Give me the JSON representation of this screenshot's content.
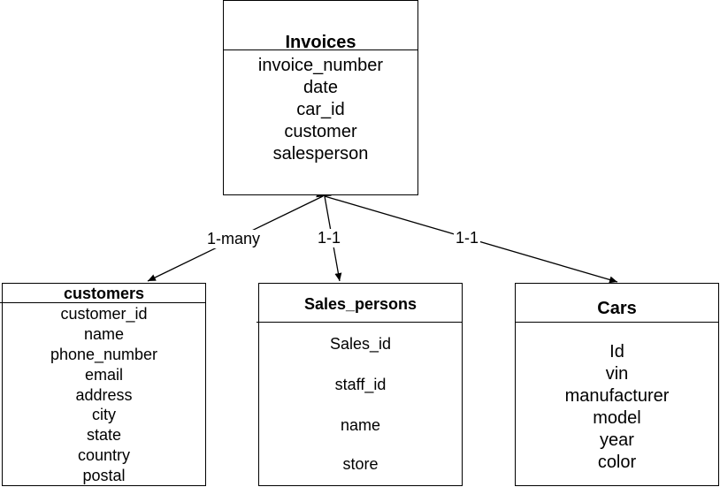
{
  "entities": {
    "invoices": {
      "title": "Invoices",
      "fields": [
        "invoice_number",
        "date",
        "car_id",
        "customer",
        "salesperson"
      ]
    },
    "customers": {
      "title": "customers",
      "fields": [
        "customer_id",
        "name",
        "phone_number",
        "email",
        "address",
        "city",
        "state",
        "country",
        "postal"
      ]
    },
    "sales_persons": {
      "title": "Sales_persons",
      "fields": [
        "Sales_id",
        "staff_id",
        "name",
        "store"
      ]
    },
    "cars": {
      "title": "Cars",
      "fields": [
        "Id",
        "vin",
        "manufacturer",
        "model",
        "year",
        "color"
      ]
    }
  },
  "relationships": {
    "invoices_customers": "1-many",
    "invoices_sales_persons": "1-1",
    "invoices_cars": "1-1"
  }
}
